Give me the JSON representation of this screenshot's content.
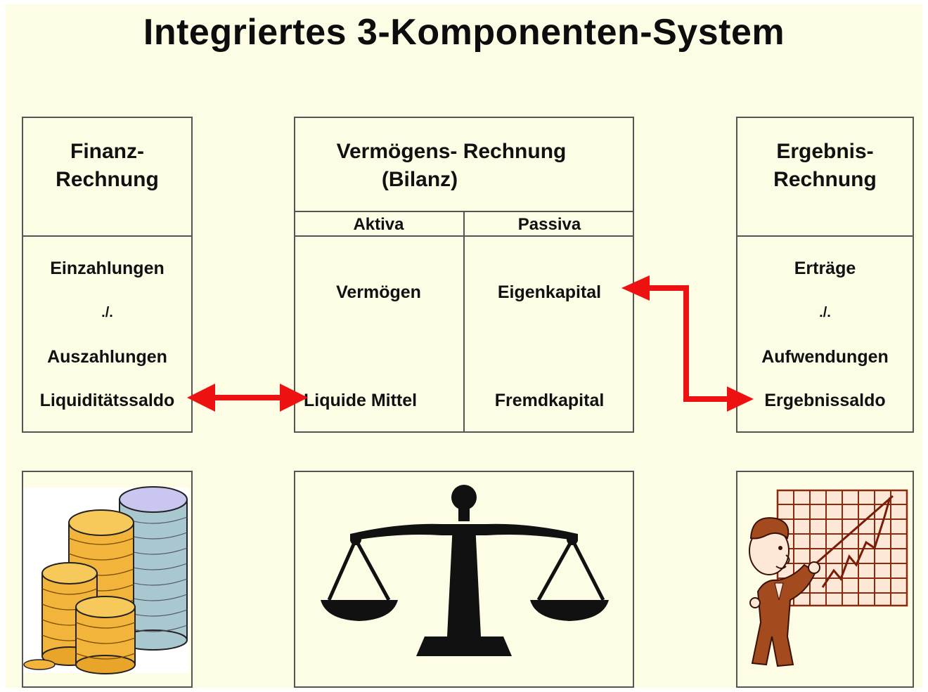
{
  "title": "Integriertes 3-Komponenten-System",
  "finanz": {
    "header_line1": "Finanz-",
    "header_line2": "Rechnung",
    "item1": "Einzahlungen",
    "separator": "./.",
    "item2": "Auszahlungen",
    "saldo": "Liquiditätssaldo",
    "image": "coins-stack-icon"
  },
  "bilanz": {
    "header_line1": "Vermögens- Rechnung",
    "header_line2": "(Bilanz)",
    "aktiva_label": "Aktiva",
    "passiva_label": "Passiva",
    "aktiva_item1": "Vermögen",
    "aktiva_item2": "Liquide Mittel",
    "passiva_item1": "Eigenkapital",
    "passiva_item2": "Fremdkapital",
    "image": "balance-scale-icon"
  },
  "ergebnis": {
    "header_line1": "Ergebnis-",
    "header_line2": "Rechnung",
    "item1": "Erträge",
    "separator": "./.",
    "item2": "Aufwendungen",
    "saldo": "Ergebnissaldo",
    "image": "man-pointing-chart-icon"
  },
  "colors": {
    "background": "#fdfde6",
    "arrow": "#ee1111",
    "border": "#555555"
  }
}
